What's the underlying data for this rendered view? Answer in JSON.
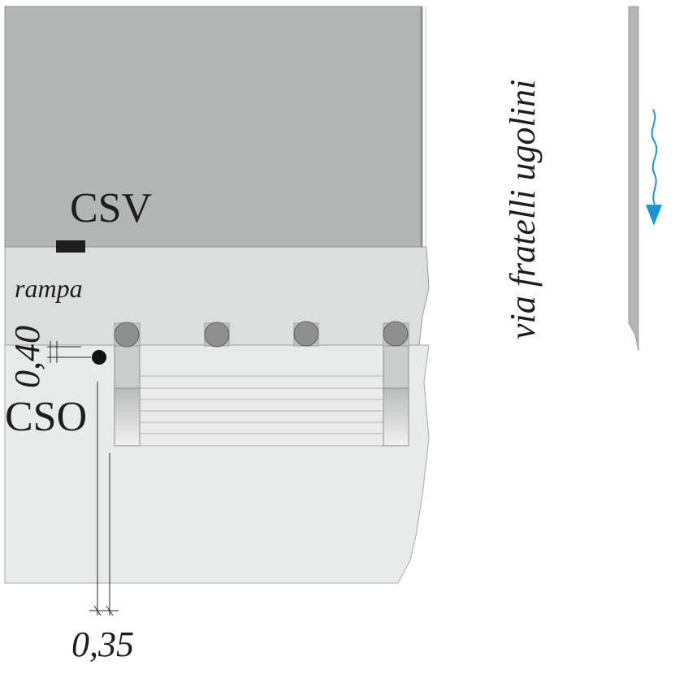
{
  "labels": {
    "csv": "CSV",
    "cso": "CSO",
    "rampa": "rampa",
    "street": "via fratelli ugolini",
    "dim_vertical": "0,40",
    "dim_horizontal": "0,35"
  },
  "colors": {
    "building": "#b3b4b4",
    "building_edge": "#8e8f8f",
    "ramp": "#dcdddd",
    "ramp_edge": "#9d9e9e",
    "sidewalk": "#e9eaea",
    "bollard": "#8f8f8f",
    "street_stripe": "#b4b5b5",
    "flow_arrow": "#1996d6",
    "ink": "#1e1e1e"
  },
  "icons": {
    "flow": "wavy-arrow-down-icon",
    "csv_marker": "black-rectangle-icon",
    "cso_marker": "black-dot-icon"
  }
}
